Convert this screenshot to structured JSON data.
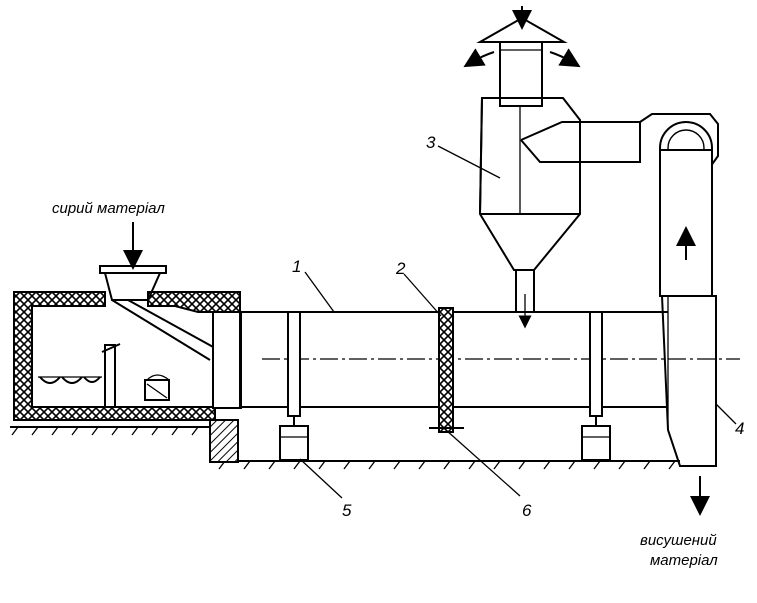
{
  "labels": {
    "raw_material": "сирий матеріал",
    "dried_material_line1": "висушений",
    "dried_material_line2": "матеріал",
    "n1": "1",
    "n2": "2",
    "n3": "3",
    "n4": "4",
    "n5": "5",
    "n6": "6"
  }
}
